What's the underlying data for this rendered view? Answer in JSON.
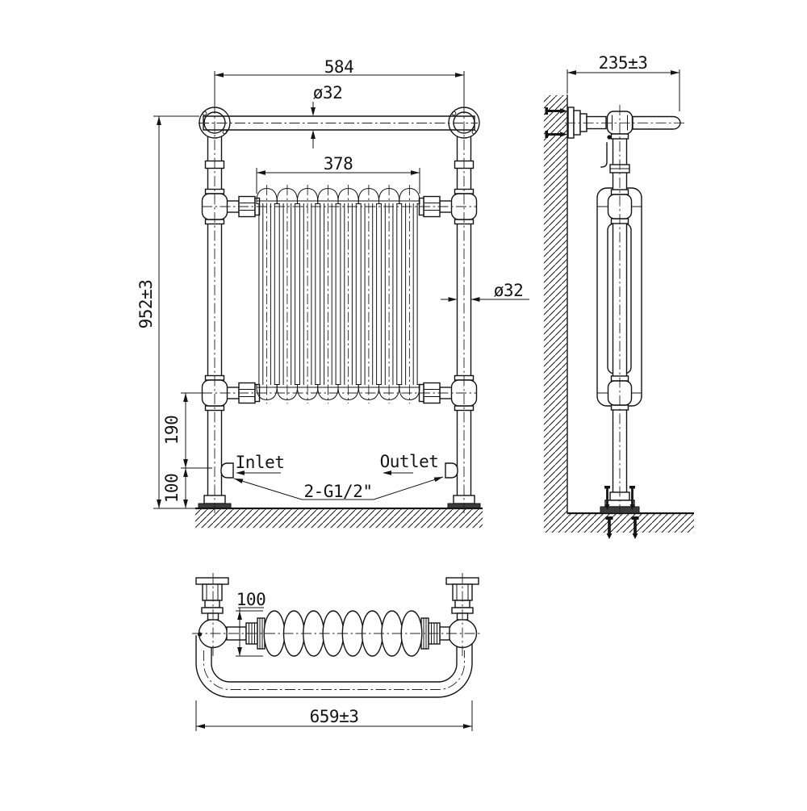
{
  "drawing": {
    "front_view": {
      "dim_overall_width": "584",
      "dim_rail_diameter": "ø32",
      "dim_radiator_width": "378",
      "dim_overall_height": "952±3",
      "dim_post_diameter": "ø32",
      "dim_connection_spacing": "190",
      "dim_inlet_height": "100",
      "inlet_label": "Inlet",
      "outlet_label": "Outlet",
      "thread_label": "2-G1/2\""
    },
    "side_view": {
      "dim_overall_depth": "235±3"
    },
    "plan_view": {
      "dim_section_depth": "100",
      "dim_overall_length": "659±3"
    }
  }
}
